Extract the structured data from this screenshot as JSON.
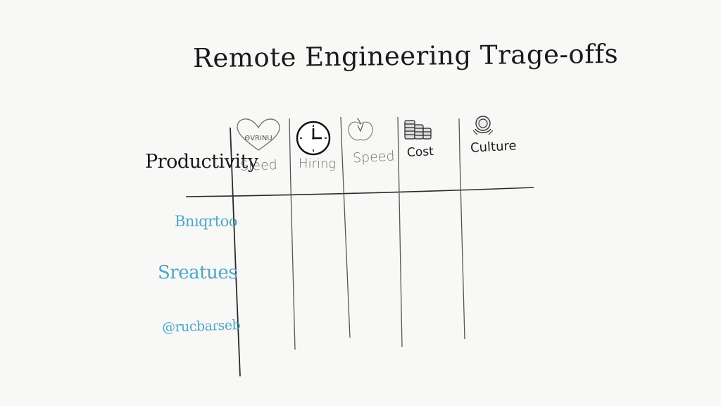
{
  "title": "Remote Engineering Trage-offs",
  "row_header": "Productivity",
  "columns": [
    {
      "label": "Sieed",
      "icon": "heart-icon",
      "icon_text": "ΘVRINU"
    },
    {
      "label": "Hiring",
      "icon": "clock-icon"
    },
    {
      "label": "Speed",
      "icon": "apple-icon"
    },
    {
      "label": "Cost",
      "icon": "coin-stack-icon"
    },
    {
      "label": "Culture",
      "icon": "badge-icon"
    }
  ],
  "rows": [
    {
      "label": "Bnıqrtoo"
    },
    {
      "label": "Sreatues"
    },
    {
      "label": "@ruᴄbaɾseb"
    }
  ],
  "colors": {
    "ink": "#1a1a1a",
    "faded_ink": "#6f6f6f",
    "row_label": "#4fa6c4"
  }
}
